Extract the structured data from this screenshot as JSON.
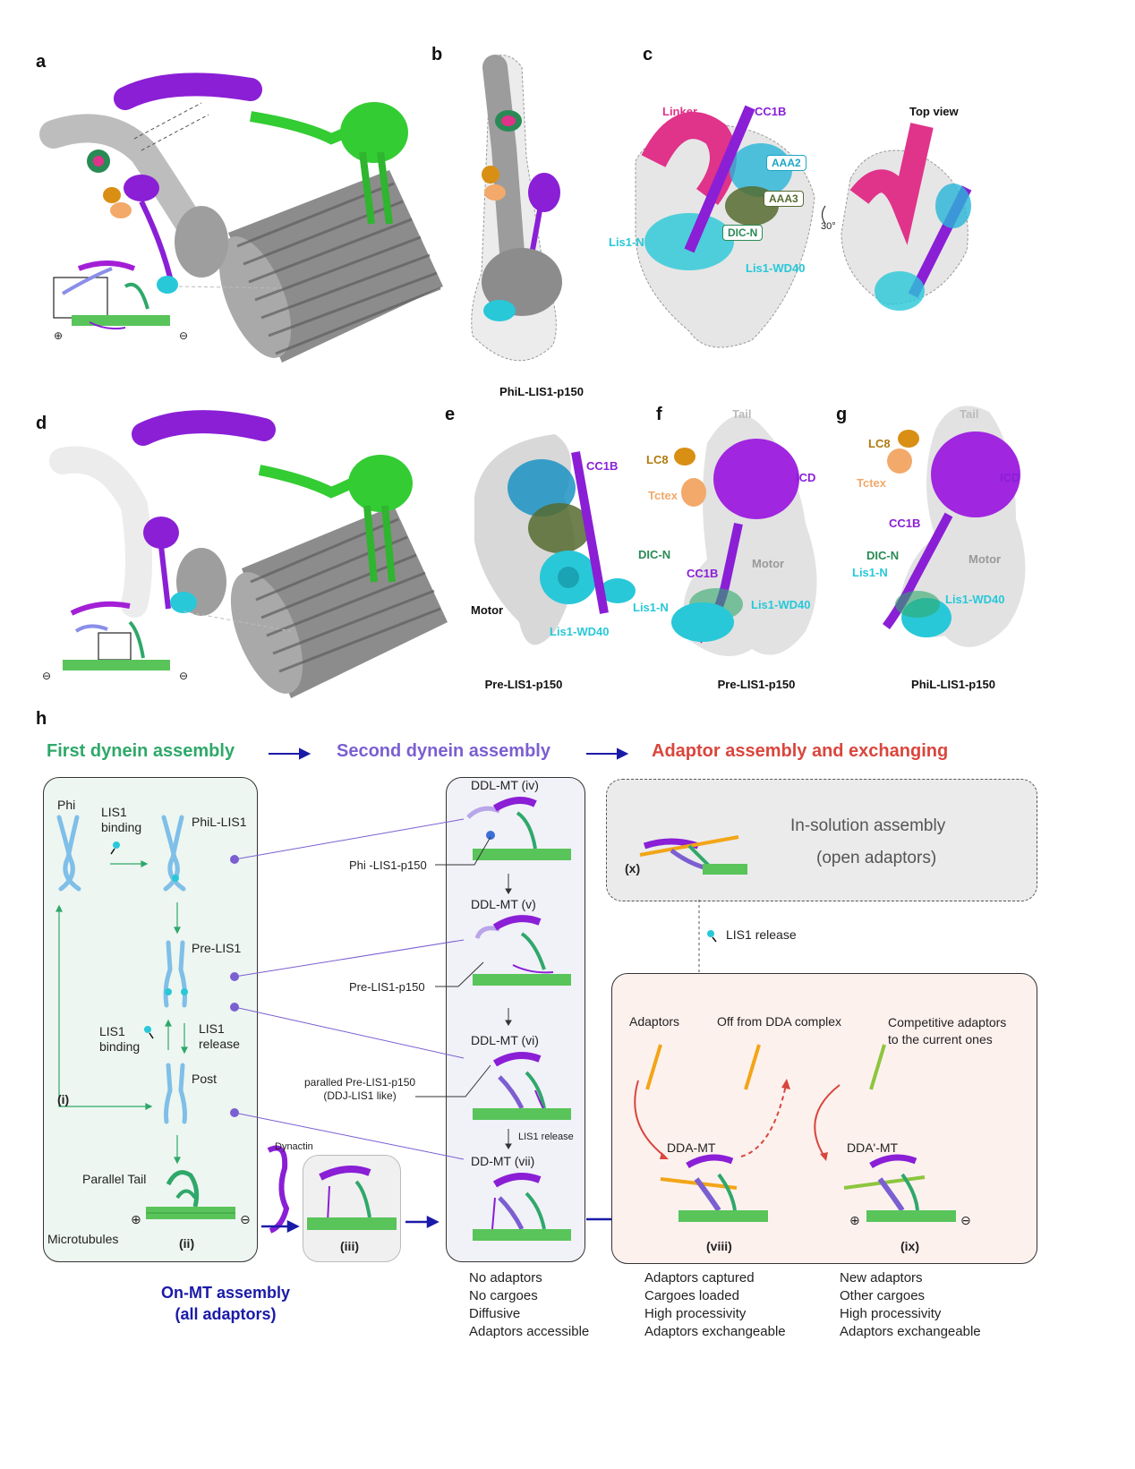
{
  "panels": {
    "a": "a",
    "b": "b",
    "c": "c",
    "d": "d",
    "e": "e",
    "f": "f",
    "g": "g",
    "h": "h"
  },
  "captions": {
    "b": "PhiL-LIS1-p150",
    "e": "Pre-LIS1-p150",
    "f": "Pre-LIS1-p150",
    "g": "PhiL-LIS1-p150"
  },
  "panel_c": {
    "linker": "Linker",
    "cc1b": "CC1B",
    "aaa2": "AAA2",
    "aaa3": "AAA3",
    "dicn": "DIC-N",
    "lis1n": "Lis1-N",
    "lis1wd40": "Lis1-WD40",
    "top_view": "Top view",
    "angle": "30°"
  },
  "panel_e": {
    "cc1b": "CC1B",
    "dicn": "DIC-N",
    "motor": "Motor",
    "lis1n": "Lis1-N",
    "lis1wd40": "Lis1-WD40"
  },
  "panel_f": {
    "tail": "Tail",
    "lc8": "LC8",
    "tctex": "Tctex",
    "icd": "ICD",
    "cc1b": "CC1B",
    "motor": "Motor",
    "lis1wd40": "Lis1-WD40"
  },
  "panel_g": {
    "tail": "Tail",
    "lc8": "LC8",
    "tctex": "Tctex",
    "icd": "ICD",
    "cc1b": "CC1B",
    "dicn": "DIC-N",
    "lis1n": "Lis1-N",
    "motor": "Motor",
    "lis1wd40": "Lis1-WD40"
  },
  "schematic_a": {
    "plus": "⊕",
    "minus": "⊖"
  },
  "schematic_d": {
    "plus": "⊖",
    "minus": "⊖"
  },
  "headers": {
    "first": "First dynein assembly",
    "second": "Second dynein assembly",
    "adaptor": "Adaptor assembly and exchanging"
  },
  "first_box": {
    "phi": "Phi",
    "lis1_binding_top": "LIS1\nbinding",
    "phil_lis1": "PhiL-LIS1",
    "pre_lis1": "Pre-LIS1",
    "lis1_binding": "LIS1\nbinding",
    "lis1_release": "LIS1\nrelease",
    "post": "Post",
    "i": "(i)",
    "parallel_tail": "Parallel Tail",
    "microtubules": "Microtubules",
    "ii": "(ii)",
    "plus": "⊕",
    "minus": "⊖"
  },
  "dynactin": "Dynactin",
  "iii": "(iii)",
  "on_mt": "On-MT assembly\n(all adaptors)",
  "second_box": {
    "iv": "DDL-MT  (iv)",
    "v": "DDL-MT  (v)",
    "vi": "DDL-MT  (vi)",
    "vii": "DD-MT  (vii)",
    "phi_lis1_p150": "Phi -LIS1-p150",
    "pre_lis1_p150": "Pre-LIS1-p150",
    "paralled": "paralled Pre-LIS1-p150\n(DDJ-LIS1 like)",
    "lis1_release": "LIS1 release"
  },
  "second_desc": [
    "No adaptors",
    "No cargoes",
    "Diffusive",
    "Adaptors accessible"
  ],
  "insolution": {
    "title": "In-solution assembly",
    "sub": "(open adaptors)",
    "x": "(x)"
  },
  "lis1_release_mid": "LIS1 release",
  "adaptor_box": {
    "adaptors": "Adaptors",
    "off": "Off from DDA complex",
    "competitive": "Competitive adaptors\nto the current ones",
    "dda": "DDA-MT",
    "dda2": "DDA'-MT",
    "viii": "(viii)",
    "ix": "(ix)",
    "plus": "⊕",
    "minus": "⊖"
  },
  "desc_viii": [
    "Adaptors captured",
    "Cargoes loaded",
    "High processivity",
    "Adaptors exchangeable"
  ],
  "desc_ix": [
    "New adaptors",
    "Other cargoes",
    "High processivity",
    "Adaptors exchangeable"
  ],
  "colors": {
    "purple": "#8a1fd6",
    "green": "#33cc33",
    "magenta": "#e0338a",
    "cyan": "#28c8d8",
    "gray": "#bdbdbd",
    "lightblue": "#7fbfe8",
    "header_green": "#2fa86a",
    "header_purple": "#7b5fd1",
    "header_red": "#d9463d",
    "navy": "#1a1aa8",
    "mtgreen": "#59c45a",
    "orange": "#f2a516"
  }
}
